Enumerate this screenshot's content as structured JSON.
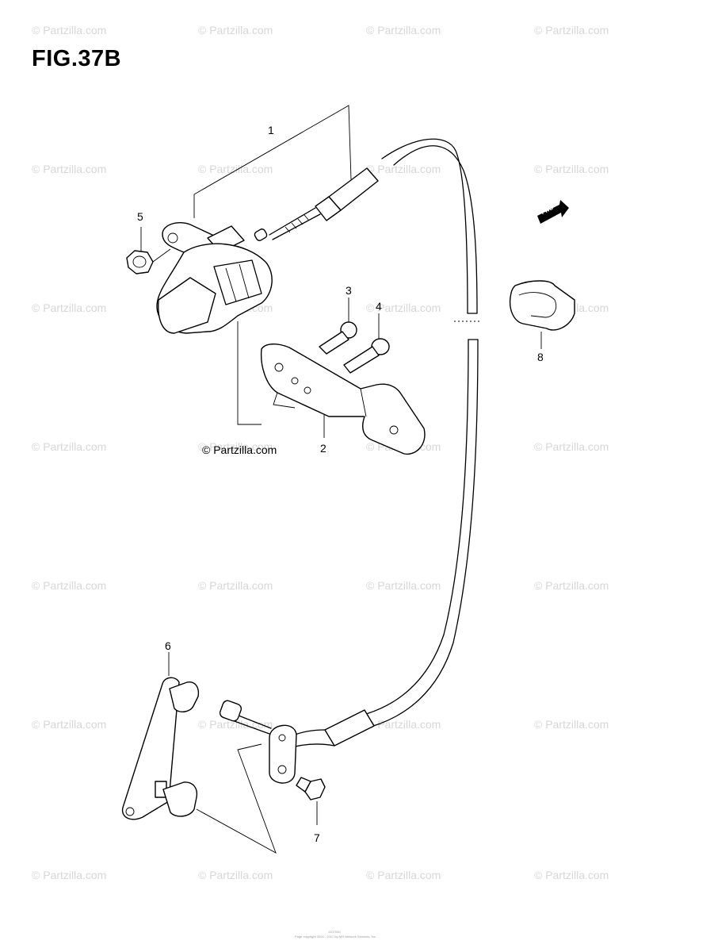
{
  "figure": {
    "title": "FIG.37B"
  },
  "watermark_text": "© Partzilla.com",
  "center_watermark": "© Partzilla.com",
  "fwd_badge": "FWD",
  "callouts": [
    {
      "id": "1",
      "label": "1"
    },
    {
      "id": "2",
      "label": "2"
    },
    {
      "id": "3",
      "label": "3"
    },
    {
      "id": "4",
      "label": "4"
    },
    {
      "id": "5",
      "label": "5"
    },
    {
      "id": "6",
      "label": "6"
    },
    {
      "id": "7",
      "label": "7"
    },
    {
      "id": "8",
      "label": "8"
    }
  ],
  "footer": {
    "line1": "1207030",
    "line2": "Page copyright 2004 - 2017 by ARI Network Services, Inc."
  }
}
